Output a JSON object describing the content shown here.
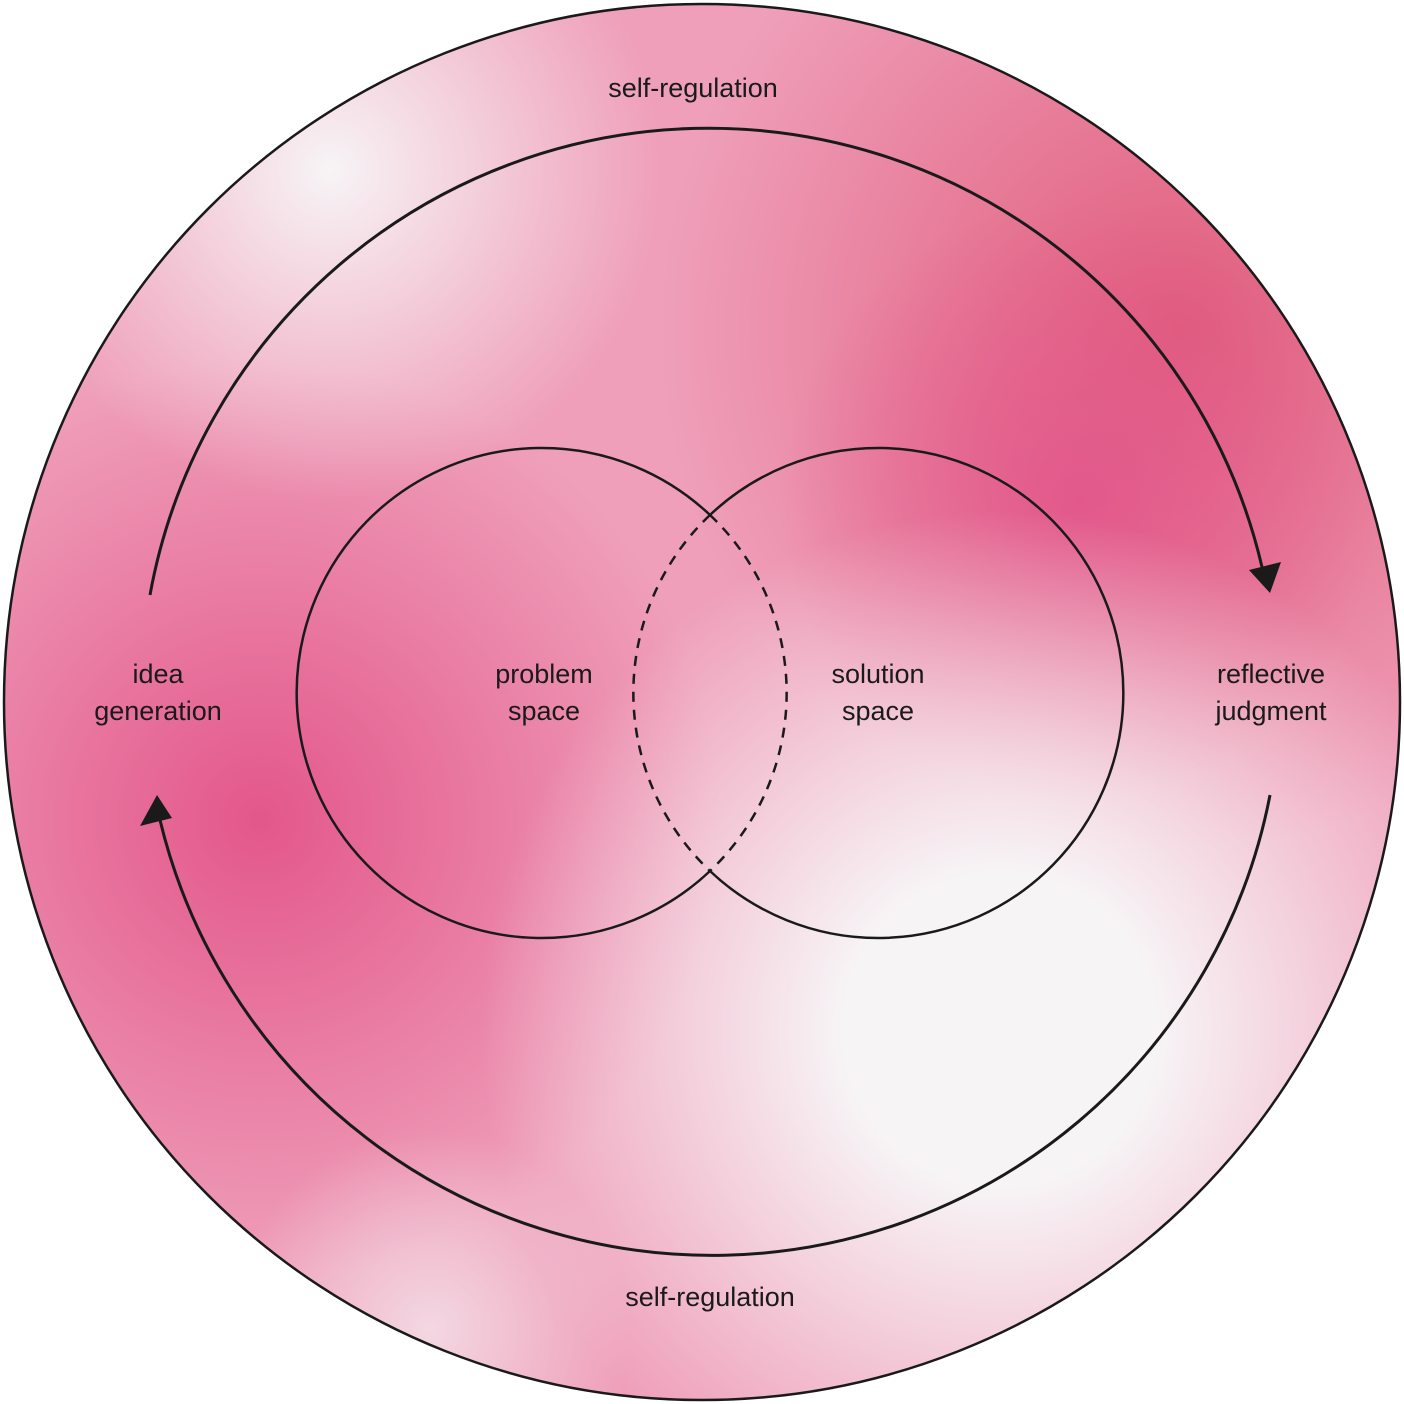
{
  "labels": {
    "top_loop": "self-regulation",
    "bottom_loop": "self-regulation",
    "left_phase": [
      "idea",
      "generation"
    ],
    "right_phase": [
      "reflective",
      "judgment"
    ],
    "problem": [
      "problem",
      "space"
    ],
    "solution": [
      "solution",
      "space"
    ]
  },
  "colors": {
    "pink_dark": "#e05a80",
    "pink_mid": "#ef9ab6",
    "light": "#f7f3f5",
    "stroke": "#1a1a1a"
  }
}
